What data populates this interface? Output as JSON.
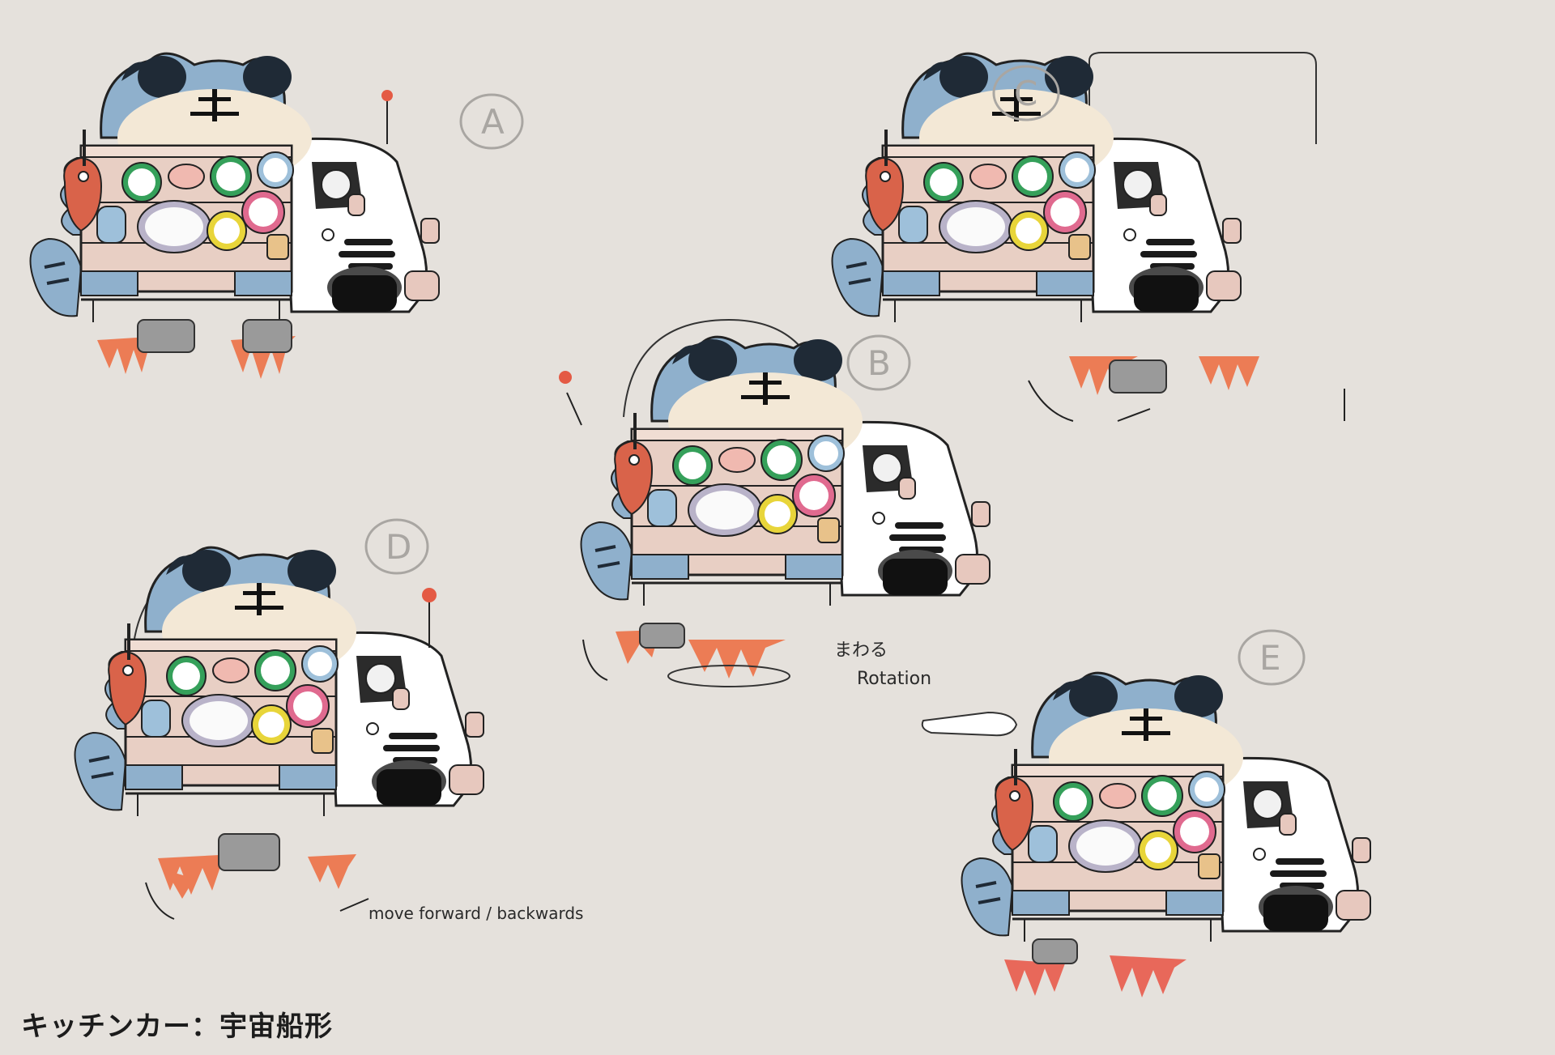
{
  "title": "キッチンカー：宇宙船形",
  "variants": [
    {
      "id": "A",
      "label": "A",
      "dome": false,
      "frame": false,
      "wing": false
    },
    {
      "id": "B",
      "label": "B",
      "dome": true,
      "frame": false,
      "wing": false
    },
    {
      "id": "C",
      "label": "C",
      "dome": false,
      "frame": true,
      "wing": false
    },
    {
      "id": "D",
      "label": "D",
      "dome": true,
      "frame": false,
      "wing": false
    },
    {
      "id": "E",
      "label": "E",
      "dome": false,
      "frame": false,
      "wing": true
    }
  ],
  "annotations": {
    "rotation_jp": "まわる",
    "rotation_en": "Rotation",
    "move": "move forward / backwards"
  },
  "colors": {
    "background": "#e5e1dc",
    "blue": "#8fb0cc",
    "blue_dark": "#1f2a36",
    "cream": "#f3e8d6",
    "panel": "#e8cfc4",
    "flame": "#ec7c55",
    "fish": "#d9634a",
    "gray": "#8e8e8e",
    "badge_green": "#35a05a",
    "badge_pink": "#e06a8f",
    "badge_yellow": "#e8d53a",
    "badge_blue": "#9ec0da",
    "badge_lav": "#b9b3c9"
  }
}
